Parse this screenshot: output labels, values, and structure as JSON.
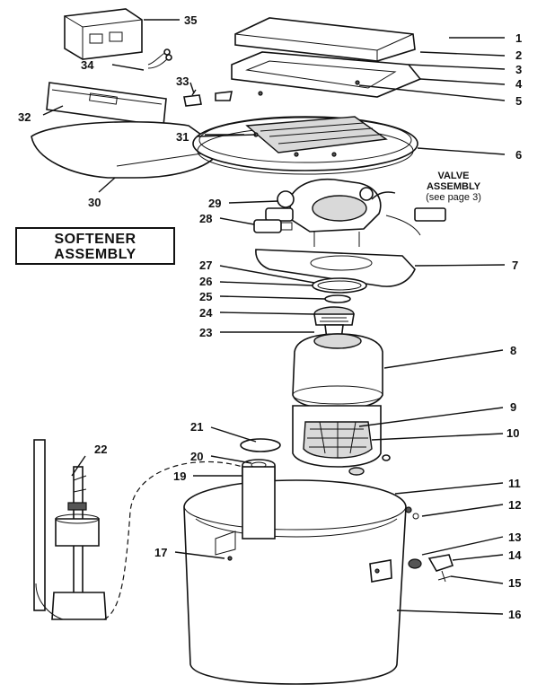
{
  "title_line1": "SOFTENER",
  "title_line2": "ASSEMBLY",
  "valve_line1": "VALVE",
  "valve_line2": "ASSEMBLY",
  "valve_line3": "(see page 3)",
  "callouts": [
    "1",
    "2",
    "3",
    "4",
    "5",
    "6",
    "7",
    "8",
    "9",
    "10",
    "11",
    "12",
    "13",
    "14",
    "15",
    "16",
    "17",
    "19",
    "20",
    "21",
    "22",
    "23",
    "24",
    "25",
    "26",
    "27",
    "28",
    "29",
    "30",
    "31",
    "32",
    "33",
    "34",
    "35"
  ]
}
